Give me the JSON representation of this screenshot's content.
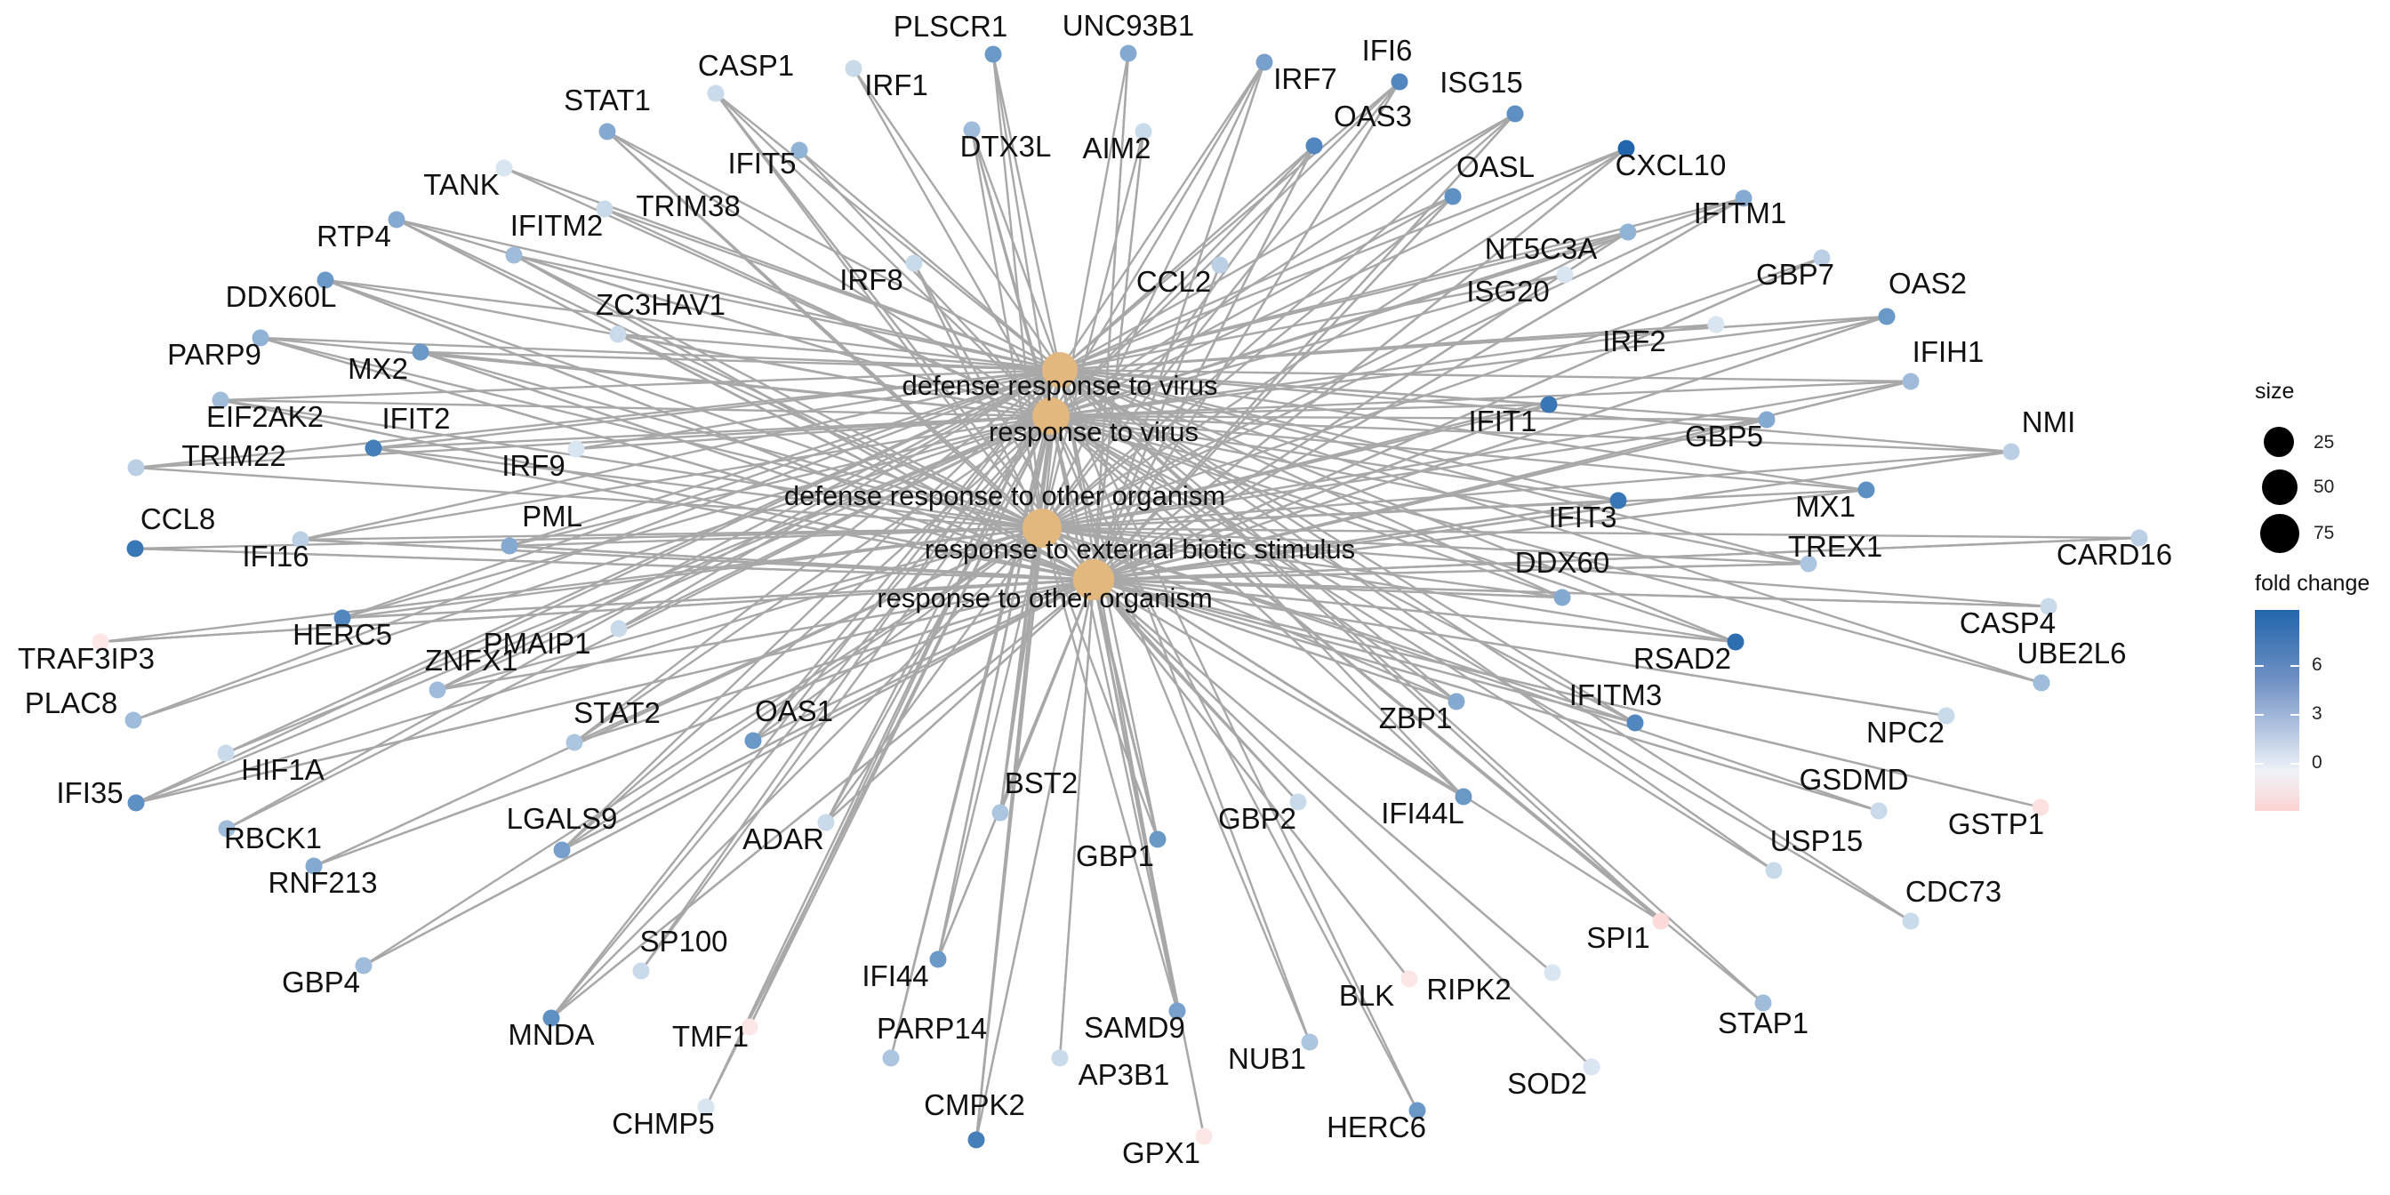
{
  "terms": [
    {
      "id": "t1",
      "label": "defense response to virus",
      "size": 27
    },
    {
      "id": "t2",
      "label": "response to virus",
      "size": 31
    },
    {
      "id": "t3",
      "label": "defense response to other organism",
      "size": 42
    },
    {
      "id": "t4",
      "label": "response to external biotic stimulus",
      "size": 56
    },
    {
      "id": "t5",
      "label": "response to other organism",
      "size": 56
    }
  ],
  "genes": [
    {
      "name": "PLSCR1",
      "fc": 5.0
    },
    {
      "name": "UNC93B1",
      "fc": 4.0
    },
    {
      "name": "CASP1",
      "fc": 1.5
    },
    {
      "name": "IRF1",
      "fc": 1.5
    },
    {
      "name": "IFI6",
      "fc": 6.0
    },
    {
      "name": "IRF7",
      "fc": 4.5
    },
    {
      "name": "ISG15",
      "fc": 5.5
    },
    {
      "name": "STAT1",
      "fc": 4.0
    },
    {
      "name": "DTX3L",
      "fc": 3.0
    },
    {
      "name": "AIM2",
      "fc": 1.5
    },
    {
      "name": "OAS3",
      "fc": 6.0
    },
    {
      "name": "IFIT5",
      "fc": 3.5
    },
    {
      "name": "OASL",
      "fc": 5.5
    },
    {
      "name": "CXCL10",
      "fc": 8.0
    },
    {
      "name": "TANK",
      "fc": 1.0
    },
    {
      "name": "TRIM38",
      "fc": 1.5
    },
    {
      "name": "IFITM1",
      "fc": 4.0
    },
    {
      "name": "RTP4",
      "fc": 4.0
    },
    {
      "name": "IFITM2",
      "fc": 3.0
    },
    {
      "name": "NT5C3A",
      "fc": 3.5
    },
    {
      "name": "CCL2",
      "fc": 2.0
    },
    {
      "name": "IRF8",
      "fc": 1.5
    },
    {
      "name": "GBP7",
      "fc": 2.0
    },
    {
      "name": "DDX60L",
      "fc": 5.0
    },
    {
      "name": "ISG20",
      "fc": 1.0
    },
    {
      "name": "OAS2",
      "fc": 5.0
    },
    {
      "name": "ZC3HAV1",
      "fc": 1.5
    },
    {
      "name": "IRF2",
      "fc": 1.0
    },
    {
      "name": "PARP9",
      "fc": 3.5
    },
    {
      "name": "MX2",
      "fc": 5.0
    },
    {
      "name": "IFIH1",
      "fc": 3.0
    },
    {
      "name": "EIF2AK2",
      "fc": 3.0
    },
    {
      "name": "IFIT2",
      "fc": 6.5
    },
    {
      "name": "IFIT1",
      "fc": 7.0
    },
    {
      "name": "GBP5",
      "fc": 4.0
    },
    {
      "name": "NMI",
      "fc": 2.0
    },
    {
      "name": "TRIM22",
      "fc": 2.0
    },
    {
      "name": "IRF9",
      "fc": 1.0
    },
    {
      "name": "MX1",
      "fc": 5.5
    },
    {
      "name": "CCL8",
      "fc": 7.0
    },
    {
      "name": "PML",
      "fc": 4.0
    },
    {
      "name": "IFIT3",
      "fc": 7.0
    },
    {
      "name": "IFI16",
      "fc": 2.0
    },
    {
      "name": "TREX1",
      "fc": 2.5
    },
    {
      "name": "CARD16",
      "fc": 2.0
    },
    {
      "name": "DDX60",
      "fc": 4.0
    },
    {
      "name": "HERC5",
      "fc": 6.0
    },
    {
      "name": "TRAF3IP3",
      "fc": -0.8
    },
    {
      "name": "PMAIP1",
      "fc": 1.5
    },
    {
      "name": "CASP4",
      "fc": 1.5
    },
    {
      "name": "RSAD2",
      "fc": 7.5
    },
    {
      "name": "UBE2L6",
      "fc": 3.0
    },
    {
      "name": "ZNFX1",
      "fc": 3.0
    },
    {
      "name": "PLAC8",
      "fc": 3.0
    },
    {
      "name": "STAT2",
      "fc": 2.5
    },
    {
      "name": "OAS1",
      "fc": 5.0
    },
    {
      "name": "ZBP1",
      "fc": 4.0
    },
    {
      "name": "IFITM3",
      "fc": 6.0
    },
    {
      "name": "NPC2",
      "fc": 1.5
    },
    {
      "name": "HIF1A",
      "fc": 1.5
    },
    {
      "name": "GSDMD",
      "fc": 1.5
    },
    {
      "name": "GSTP1",
      "fc": -1.0
    },
    {
      "name": "BST2",
      "fc": 2.5
    },
    {
      "name": "IFI35",
      "fc": 5.5
    },
    {
      "name": "RBCK1",
      "fc": 3.0
    },
    {
      "name": "LGALS9",
      "fc": 4.5
    },
    {
      "name": "ADAR",
      "fc": 1.5
    },
    {
      "name": "GBP2",
      "fc": 1.5
    },
    {
      "name": "IFI44L",
      "fc": 5.0
    },
    {
      "name": "GBP1",
      "fc": 5.0
    },
    {
      "name": "USP15",
      "fc": 1.5
    },
    {
      "name": "RNF213",
      "fc": 4.0
    },
    {
      "name": "CDC73",
      "fc": 1.5
    },
    {
      "name": "SPI1",
      "fc": -1.2
    },
    {
      "name": "SP100",
      "fc": 1.5
    },
    {
      "name": "GBP4",
      "fc": 3.0
    },
    {
      "name": "IFI44",
      "fc": 5.0
    },
    {
      "name": "BLK",
      "fc": -0.8
    },
    {
      "name": "RIPK2",
      "fc": 1.0
    },
    {
      "name": "TMF1",
      "fc": -0.8
    },
    {
      "name": "MNDA",
      "fc": 5.5
    },
    {
      "name": "SAMD9",
      "fc": 4.5
    },
    {
      "name": "STAP1",
      "fc": 3.0
    },
    {
      "name": "PARP14",
      "fc": 2.5
    },
    {
      "name": "NUB1",
      "fc": 2.5
    },
    {
      "name": "AP3B1",
      "fc": 1.5
    },
    {
      "name": "SOD2",
      "fc": 1.0
    },
    {
      "name": "CHMP5",
      "fc": 1.0
    },
    {
      "name": "HERC6",
      "fc": 5.0
    },
    {
      "name": "CMPK2",
      "fc": 6.5
    },
    {
      "name": "GPX1",
      "fc": -0.8
    }
  ],
  "legend": {
    "size_title": "size",
    "size_values": [
      "25",
      "50",
      "75"
    ],
    "fold_change_title": "fold change",
    "fold_change_ticks": [
      "6",
      "3",
      "0"
    ],
    "colors": {
      "high": "#2166ac",
      "mid": "#ffffff",
      "low": "#fbd1d1",
      "term_node": "#e3b87f",
      "edge": "#a8a8a8"
    }
  }
}
